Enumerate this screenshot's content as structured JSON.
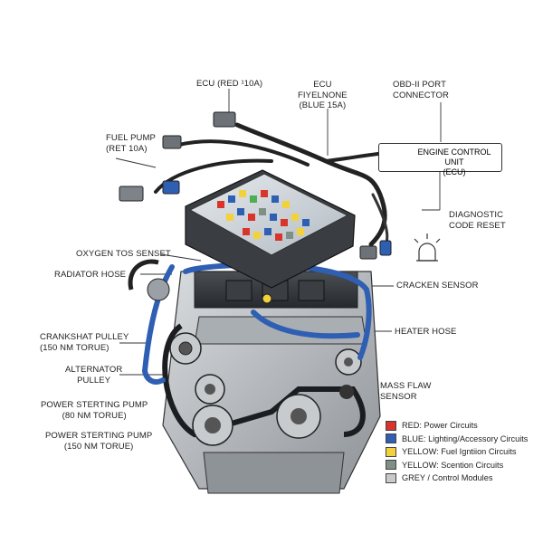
{
  "labels": {
    "ecu_fuse": [
      "ECU (RED ¹10A)"
    ],
    "ecu_fiyelnone": [
      "ECU",
      "FIYELNONE",
      "(BLUE 15A)"
    ],
    "obd_port": [
      "OBD-II PORT",
      "CONNECTOR"
    ],
    "fuel_pump": [
      "FUEL PUMP",
      "(RET 10A)"
    ],
    "ecu_box": [
      "ENGINE CONTROL UNIT",
      "(ECU)"
    ],
    "diagnostic": [
      "DIAGNOSTIC",
      "CODE RESET"
    ],
    "oxygen": [
      "OXYGEN TOS SENSET"
    ],
    "radiator": [
      "RADIATOR HOSE"
    ],
    "cracken": [
      "CRACKEN SENSOR"
    ],
    "heater": [
      "HEATER HOSE"
    ],
    "crankshaft": [
      "CRANKSHAT PULLEY",
      "(150 NM TORUE)"
    ],
    "alternator": [
      "ALTERNATOR",
      "PULLEY"
    ],
    "mass_flaw": [
      "MASS FLAW",
      "SENSOR"
    ],
    "pump1": [
      "POWER STERTING PUMP",
      "(80 NM TORUE)"
    ],
    "pump2": [
      "POWER STERTING PUMP",
      "(150 NM TORUE)"
    ]
  },
  "legend": [
    {
      "text": "RED: Power Circuits",
      "color": "#d9342b"
    },
    {
      "text": "BLUE: Lighting/Accessory Circuits",
      "color": "#2f5fb3"
    },
    {
      "text": "YELLOW: Fuel Igntiion Circuits",
      "color": "#f2d13a"
    },
    {
      "text": "YELLOW: Scention Circuits",
      "color": "#7e8f86"
    },
    {
      "text": "GREY / Control Modules",
      "color": "#c9c9c9"
    }
  ],
  "icons": [
    "connector-plug-icon",
    "warning-beacon-icon",
    "ecu-module-icon"
  ]
}
